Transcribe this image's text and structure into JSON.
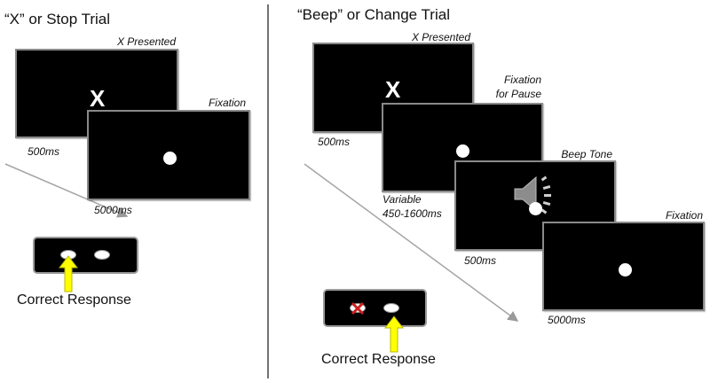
{
  "stop_trial": {
    "heading": "“X” or Stop Trial",
    "screens": [
      {
        "caption": "X Presented",
        "symbol": "X",
        "duration": "500ms"
      },
      {
        "caption": "Fixation",
        "duration": "5000ms"
      }
    ],
    "response_label": "Correct Response"
  },
  "change_trial": {
    "heading": "“Beep” or Change Trial",
    "screens": [
      {
        "caption": "X Presented",
        "symbol": "X",
        "duration": "500ms"
      },
      {
        "caption_line1": "Fixation",
        "caption_line2": "for Pause",
        "duration_line1": "Variable",
        "duration_line2": "450-1600ms"
      },
      {
        "caption": "Beep Tone",
        "icon": "speaker-icon",
        "duration": "500ms"
      },
      {
        "caption": "Fixation",
        "duration": "5000ms"
      }
    ],
    "response_label": "Correct Response"
  },
  "colors": {
    "screen": "#000000",
    "screen_border": "#8a8a8a",
    "response_arrow": "#ffff00",
    "cancel_mark": "#cc1f1f",
    "divider": "#444444"
  }
}
